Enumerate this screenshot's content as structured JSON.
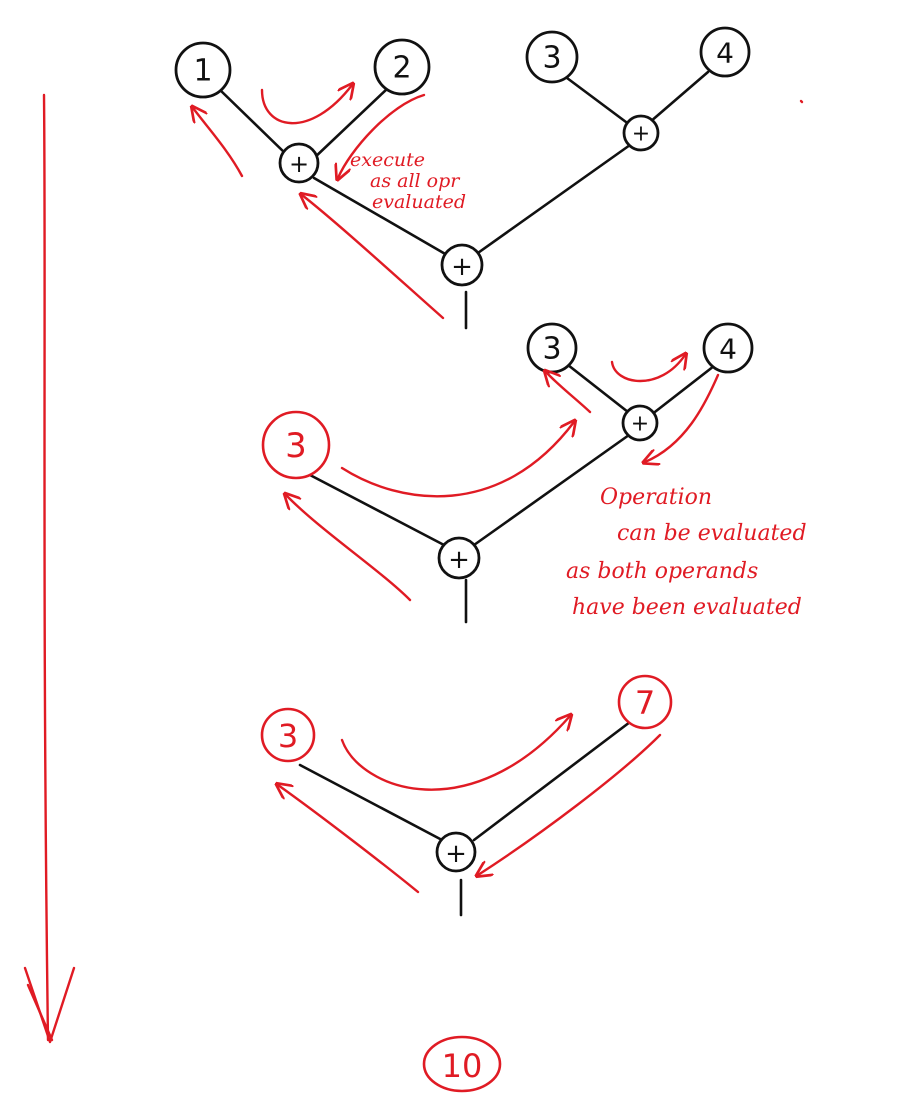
{
  "colors": {
    "ink": "#111111",
    "accent": "#e01b24",
    "background": "#ffffff"
  },
  "stage1": {
    "leaves": [
      "1",
      "2",
      "3",
      "4"
    ],
    "left_op": "+",
    "right_op": "+",
    "root_op": "+",
    "note_lines": [
      "execute",
      "as all opr",
      "evaluated"
    ]
  },
  "stage2": {
    "left_value": "3",
    "leaves": [
      "3",
      "4"
    ],
    "inner_op": "+",
    "root_op": "+",
    "note_lines": [
      "Operation",
      "can be evaluated",
      "as both operands",
      "have been evaluated"
    ]
  },
  "stage3": {
    "left_value": "3",
    "right_value": "7",
    "root_op": "+"
  },
  "result": "10"
}
